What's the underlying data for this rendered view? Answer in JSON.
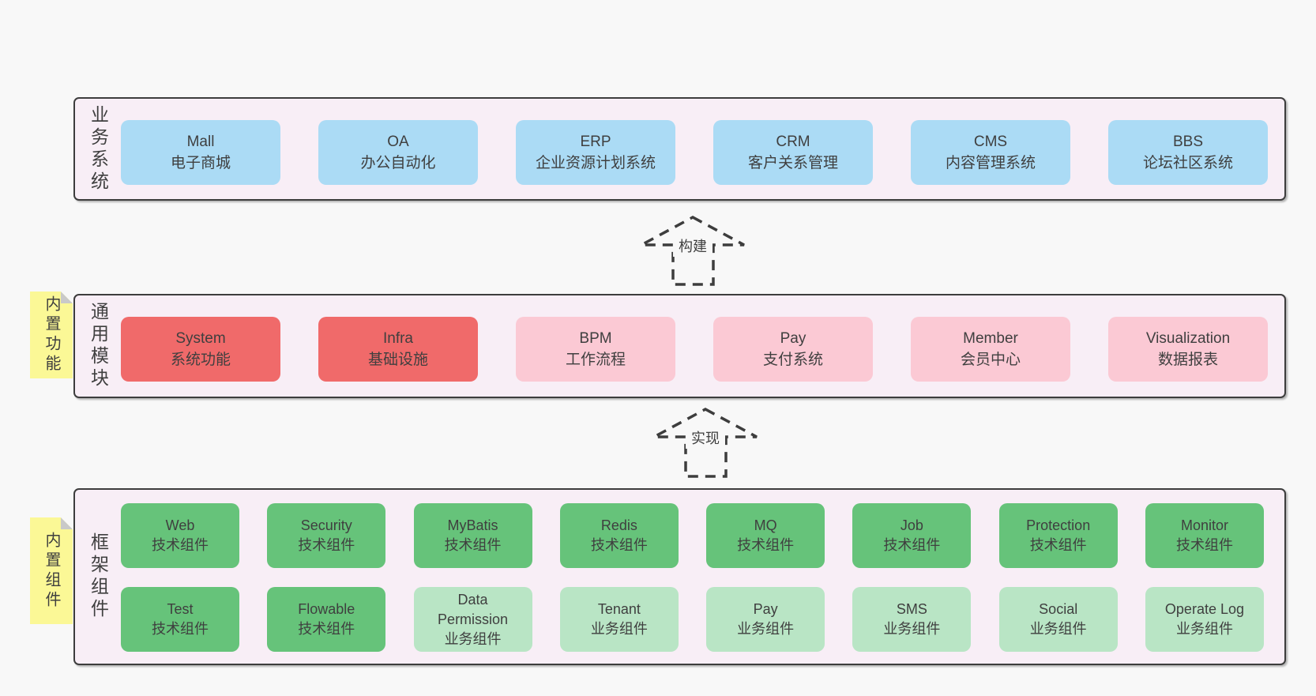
{
  "colors": {
    "page-bg": "#f8f8f8",
    "panel-bg": "#f8eef6",
    "panel-border": "#3d3d3d",
    "text": "#3f3f3f",
    "blue": "#abdbf5",
    "red": "#f06a6a",
    "pink": "#fbc9d4",
    "green": "#66c37a",
    "light-green": "#b9e5c5",
    "note-yellow": "#fbf896",
    "note-fold": "#c9c9c9"
  },
  "layers": [
    {
      "label": "业务系统",
      "boxes": [
        {
          "name": "Mall",
          "desc": "电子商城"
        },
        {
          "name": "OA",
          "desc": "办公自动化"
        },
        {
          "name": "ERP",
          "desc": "企业资源计划系统"
        },
        {
          "name": "CRM",
          "desc": "客户关系管理"
        },
        {
          "name": "CMS",
          "desc": "内容管理系统"
        },
        {
          "name": "BBS",
          "desc": "论坛社区系统"
        }
      ]
    },
    {
      "label": "通用模块",
      "note": "内置功能",
      "boxes": [
        {
          "name": "System",
          "desc": "系统功能"
        },
        {
          "name": "Infra",
          "desc": "基础设施"
        },
        {
          "name": "BPM",
          "desc": "工作流程"
        },
        {
          "name": "Pay",
          "desc": "支付系统"
        },
        {
          "name": "Member",
          "desc": "会员中心"
        },
        {
          "name": "Visualization",
          "desc": "数据报表"
        }
      ]
    },
    {
      "label": "框架组件",
      "note": "内置组件",
      "boxes": [
        {
          "name": "Web",
          "desc": "技术组件"
        },
        {
          "name": "Security",
          "desc": "技术组件"
        },
        {
          "name": "MyBatis",
          "desc": "技术组件"
        },
        {
          "name": "Redis",
          "desc": "技术组件"
        },
        {
          "name": "MQ",
          "desc": "技术组件"
        },
        {
          "name": "Job",
          "desc": "技术组件"
        },
        {
          "name": "Protection",
          "desc": "技术组件"
        },
        {
          "name": "Monitor",
          "desc": "技术组件"
        },
        {
          "name": "Test",
          "desc": "技术组件"
        },
        {
          "name": "Flowable",
          "desc": "技术组件"
        },
        {
          "name": "Data Permission",
          "desc": "业务组件"
        },
        {
          "name": "Tenant",
          "desc": "业务组件"
        },
        {
          "name": "Pay",
          "desc": "业务组件"
        },
        {
          "name": "SMS",
          "desc": "业务组件"
        },
        {
          "name": "Social",
          "desc": "业务组件"
        },
        {
          "name": "Operate Log",
          "desc": "业务组件"
        }
      ]
    }
  ],
  "arrows": [
    {
      "label": "构建"
    },
    {
      "label": "实现"
    }
  ]
}
